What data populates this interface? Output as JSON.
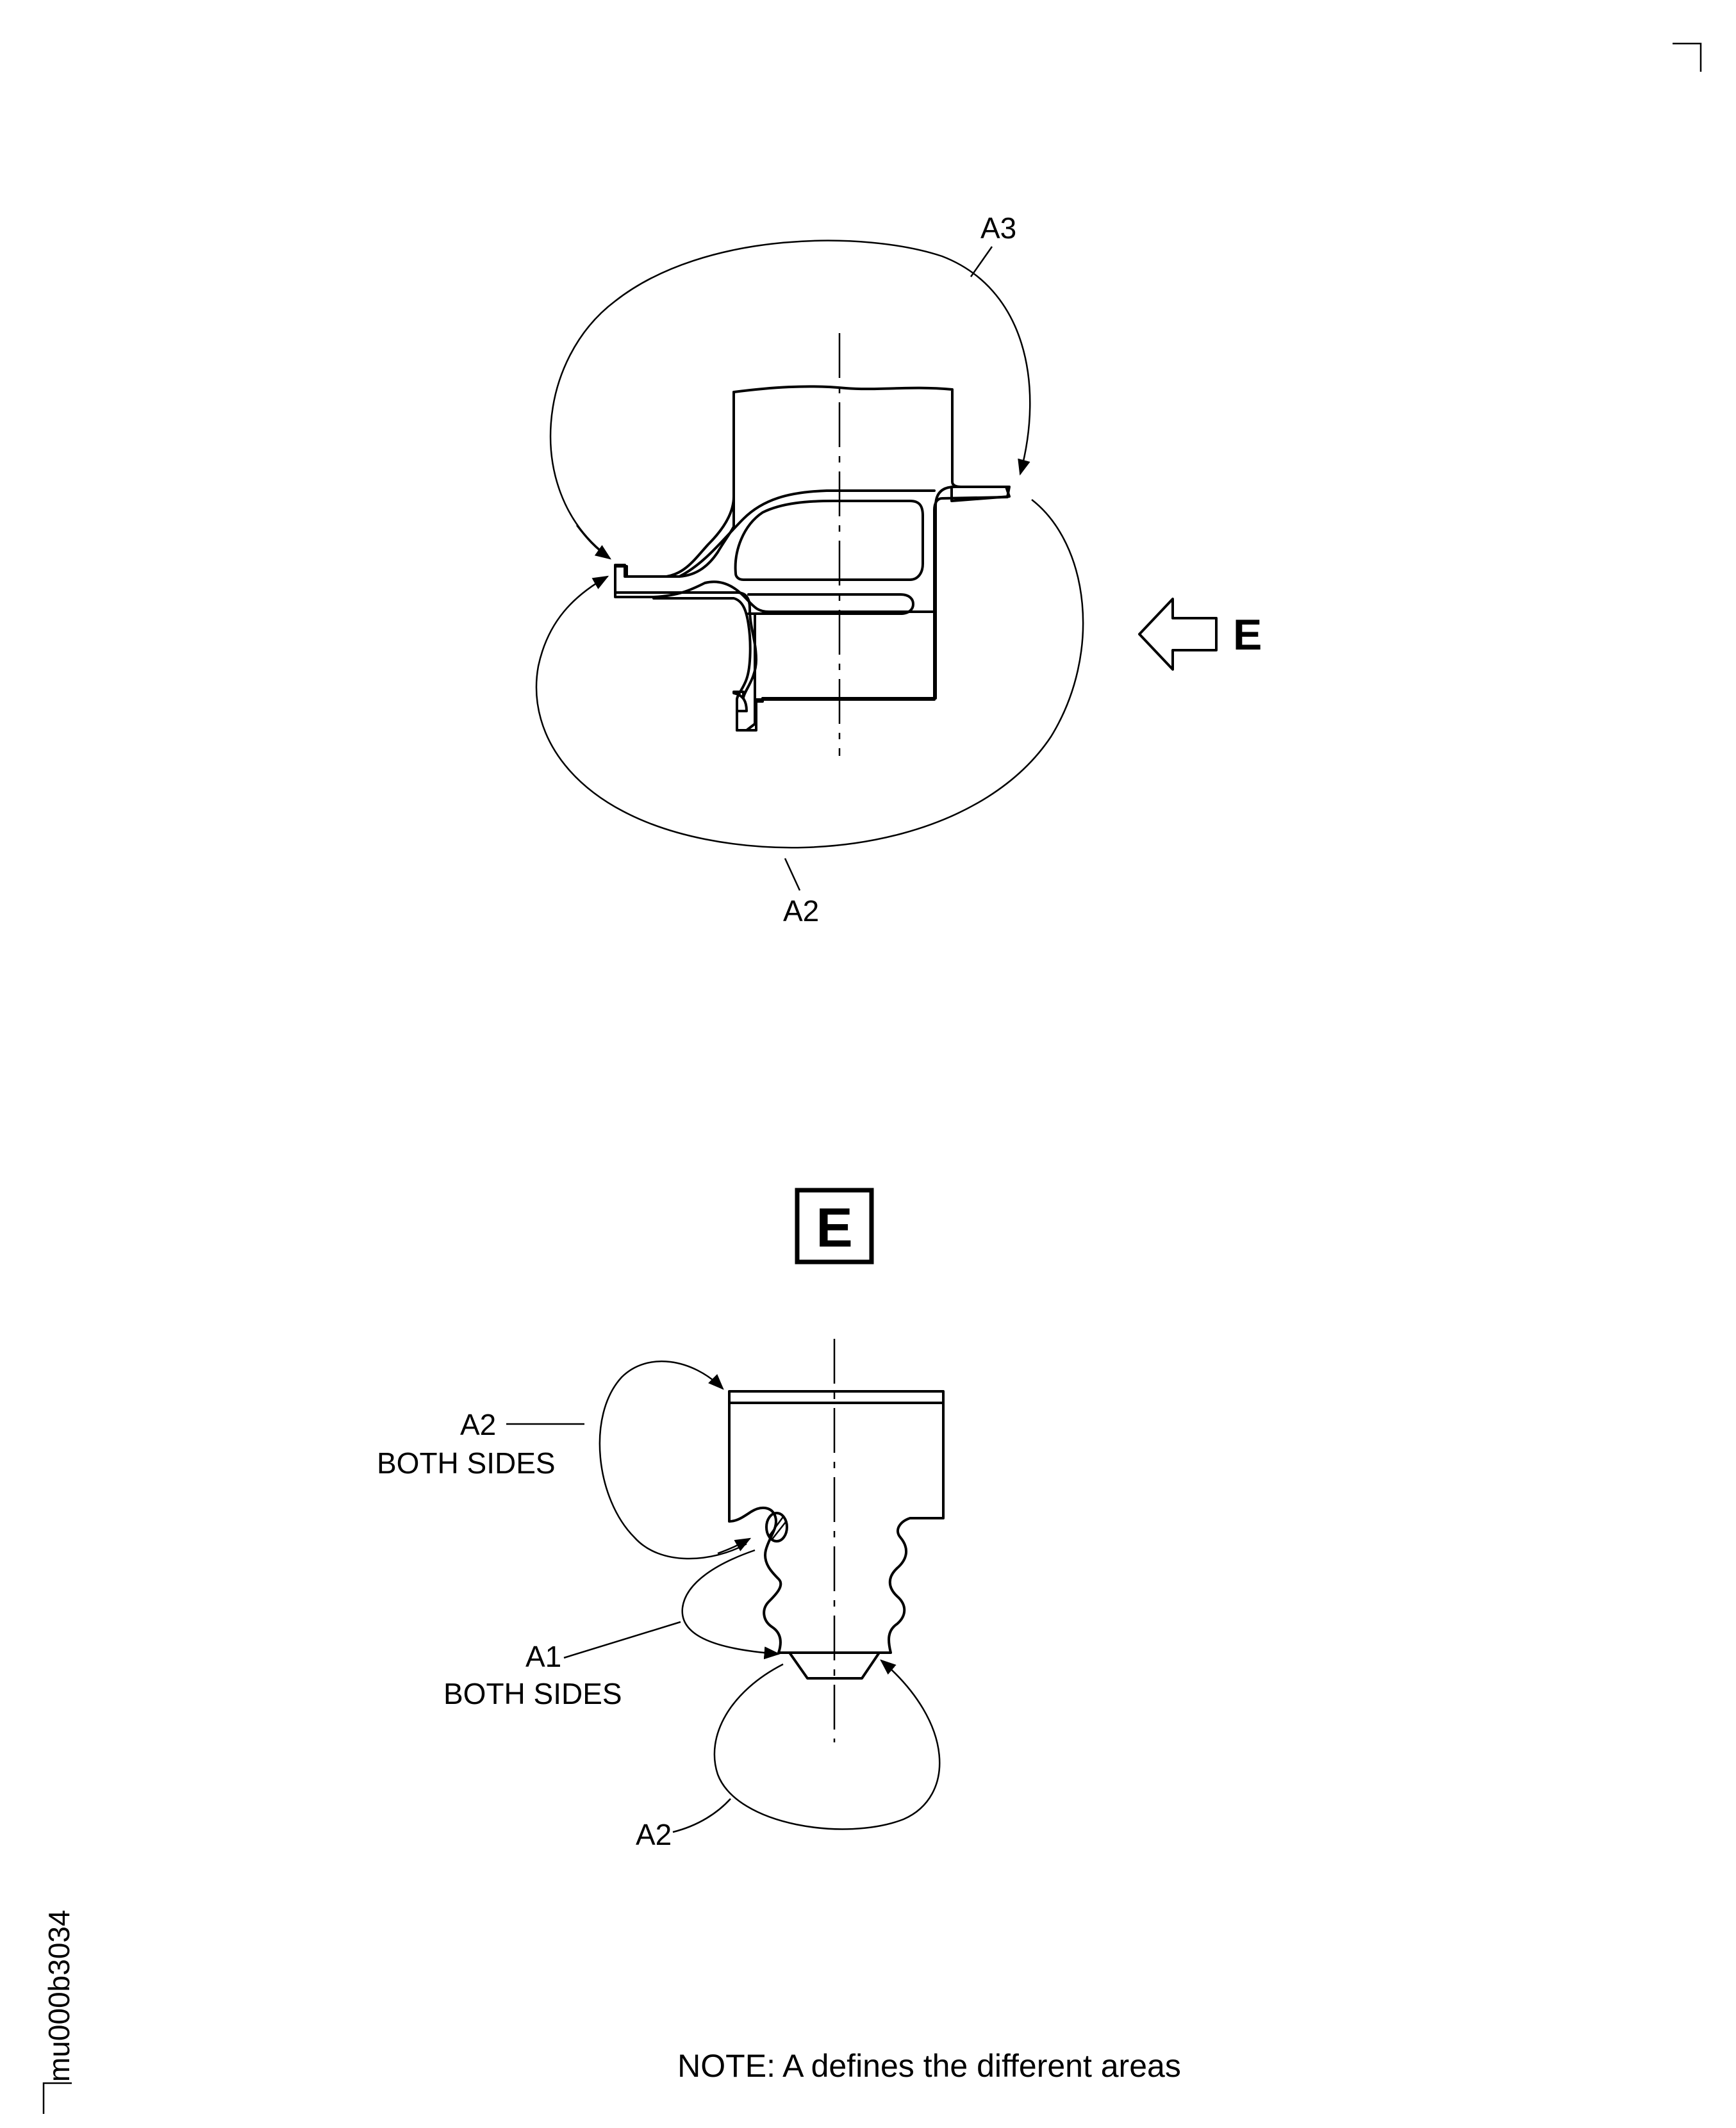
{
  "top_view": {
    "label_a3": "A3",
    "label_a2": "A2",
    "view_arrow_label": "E"
  },
  "bottom_view": {
    "view_title": "E",
    "label_a2_both_sides_line1": "A2",
    "label_a2_both_sides_line2": "BOTH SIDES",
    "label_a1_both_sides_line1": "A1",
    "label_a1_both_sides_line2": "BOTH SIDES",
    "label_a2_bottom": "A2"
  },
  "note": "NOTE: A defines the different areas",
  "drawing_id": "mu000b3034"
}
